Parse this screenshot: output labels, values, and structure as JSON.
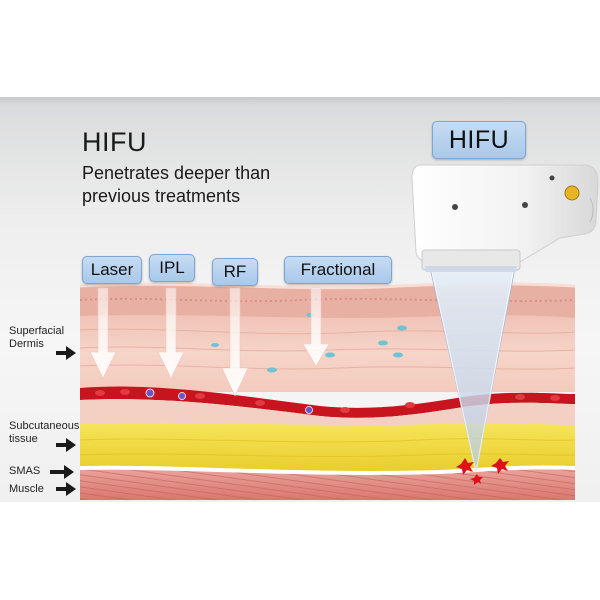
{
  "header": {
    "title": "HIFU",
    "subtitle_line1": "Penetrates deeper than",
    "subtitle_line2": "previous treatments"
  },
  "device": {
    "badge": "HIFU",
    "icon": "hifu-handpiece-icon"
  },
  "treatments": [
    {
      "label": "Laser"
    },
    {
      "label": "IPL"
    },
    {
      "label": "RF"
    },
    {
      "label": "Fractional"
    }
  ],
  "layers": {
    "dermis_line1": "Superfacial",
    "dermis_line2": "Dermis",
    "subcutaneous_line1": "Subcutaneous",
    "subcutaneous_line2": "tissue",
    "smas": "SMAS",
    "muscle": "Muscle"
  },
  "colors": {
    "skin_top": "#e9b7a8",
    "blood_vessel": "#c8141e",
    "fat_layer": "#f2dd39",
    "muscle": "#e49088",
    "label_box": "#b7d2ef",
    "arrow": "#ffffff",
    "beam": "#c9d8ea"
  }
}
